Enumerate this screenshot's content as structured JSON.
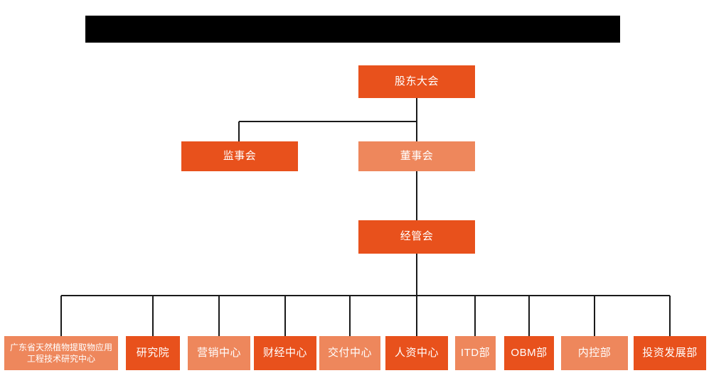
{
  "banner": {
    "label": "",
    "color": "#000000"
  },
  "colors": {
    "primary": "#e8511c",
    "secondary": "#ee875c",
    "connector": "#1a1a1a",
    "background": "#ffffff",
    "text": "#ffffff"
  },
  "chart_data": {
    "type": "org-chart",
    "title": "",
    "orientation": "top-down",
    "levels": [
      {
        "level": 1,
        "nodes": [
          {
            "id": "shareholders",
            "label": "股东大会",
            "style": "primary"
          }
        ]
      },
      {
        "level": 2,
        "nodes": [
          {
            "id": "supervisors",
            "label": "监事会",
            "style": "primary"
          },
          {
            "id": "directors",
            "label": "董事会",
            "style": "secondary"
          }
        ]
      },
      {
        "level": 3,
        "nodes": [
          {
            "id": "management",
            "label": "经管会",
            "style": "primary"
          }
        ]
      },
      {
        "level": 4,
        "nodes": [
          {
            "id": "research-center",
            "label": "广东省天然植物提取物应用工程技术研究中心",
            "style": "secondary"
          },
          {
            "id": "institute",
            "label": "研究院",
            "style": "primary"
          },
          {
            "id": "marketing-center",
            "label": "营销中心",
            "style": "secondary"
          },
          {
            "id": "finance-center",
            "label": "财经中心",
            "style": "primary"
          },
          {
            "id": "delivery-center",
            "label": "交付中心",
            "style": "secondary"
          },
          {
            "id": "hr-center",
            "label": "人资中心",
            "style": "primary"
          },
          {
            "id": "itd-dept",
            "label": "ITD部",
            "style": "secondary"
          },
          {
            "id": "obm-dept",
            "label": "OBM部",
            "style": "primary"
          },
          {
            "id": "internal-control-dept",
            "label": "内控部",
            "style": "secondary"
          },
          {
            "id": "investment-development-dept",
            "label": "投资发展部",
            "style": "primary"
          }
        ]
      }
    ],
    "edges": [
      {
        "from": "shareholders",
        "to": "supervisors"
      },
      {
        "from": "shareholders",
        "to": "directors"
      },
      {
        "from": "directors",
        "to": "management"
      },
      {
        "from": "management",
        "to": "research-center"
      },
      {
        "from": "management",
        "to": "institute"
      },
      {
        "from": "management",
        "to": "marketing-center"
      },
      {
        "from": "management",
        "to": "finance-center"
      },
      {
        "from": "management",
        "to": "delivery-center"
      },
      {
        "from": "management",
        "to": "hr-center"
      },
      {
        "from": "management",
        "to": "itd-dept"
      },
      {
        "from": "management",
        "to": "obm-dept"
      },
      {
        "from": "management",
        "to": "internal-control-dept"
      },
      {
        "from": "management",
        "to": "investment-development-dept"
      }
    ]
  }
}
